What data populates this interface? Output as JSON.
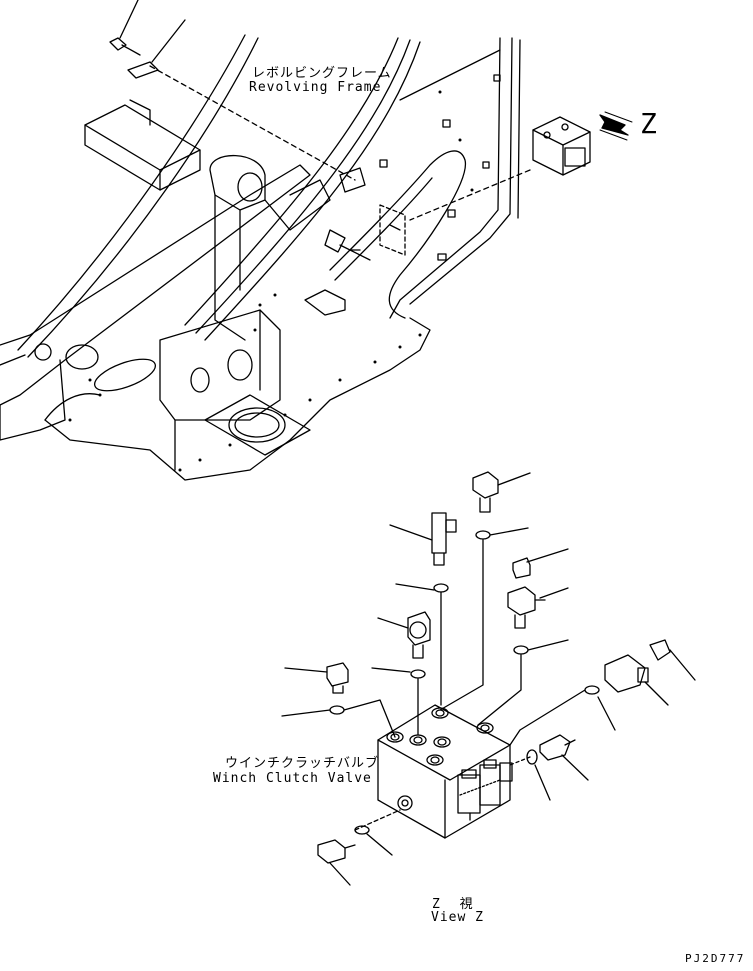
{
  "labels": {
    "revolving_frame_jp": "レボルビングフレーム",
    "revolving_frame_en": "Revolving Frame",
    "view_arrow_letter": "Z",
    "winch_clutch_valve_jp": "ウインチクラッチバルブ",
    "winch_clutch_valve_en": "Winch Clutch Valve",
    "view_z_jp": "Z 視",
    "view_z_en": "View Z",
    "drawing_number": "PJ2D777"
  }
}
